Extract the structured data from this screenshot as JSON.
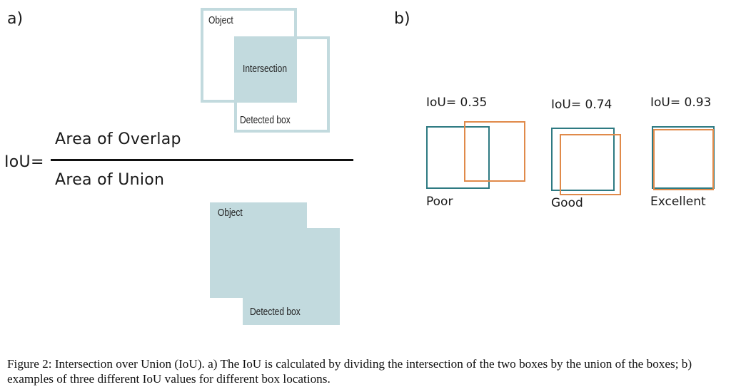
{
  "panel_a": {
    "label": "a)",
    "top_diagram": {
      "object_label": "Object",
      "intersection_label": "Intersection",
      "detected_label": "Detected box"
    },
    "formula": {
      "lhs": "IoU=",
      "numerator": "Area of Overlap",
      "denominator": "Area of Union"
    },
    "bottom_diagram": {
      "object_label": "Object",
      "detected_label": "Detected box"
    },
    "colors": {
      "light_blue": "#c2dade"
    }
  },
  "panel_b": {
    "label": "b)",
    "examples": [
      {
        "iou_text": "IoU= 0.35",
        "quality": "Poor"
      },
      {
        "iou_text": "IoU= 0.74",
        "quality": "Good"
      },
      {
        "iou_text": "IoU= 0.93",
        "quality": "Excellent"
      }
    ],
    "colors": {
      "ground_truth": "#2e7a82",
      "detected": "#e08a4a"
    }
  },
  "caption": "Figure 2: Intersection over Union (IoU). a) The IoU is calculated by dividing the intersection of the two boxes by the union of the boxes; b) examples of three different IoU values for different box locations."
}
